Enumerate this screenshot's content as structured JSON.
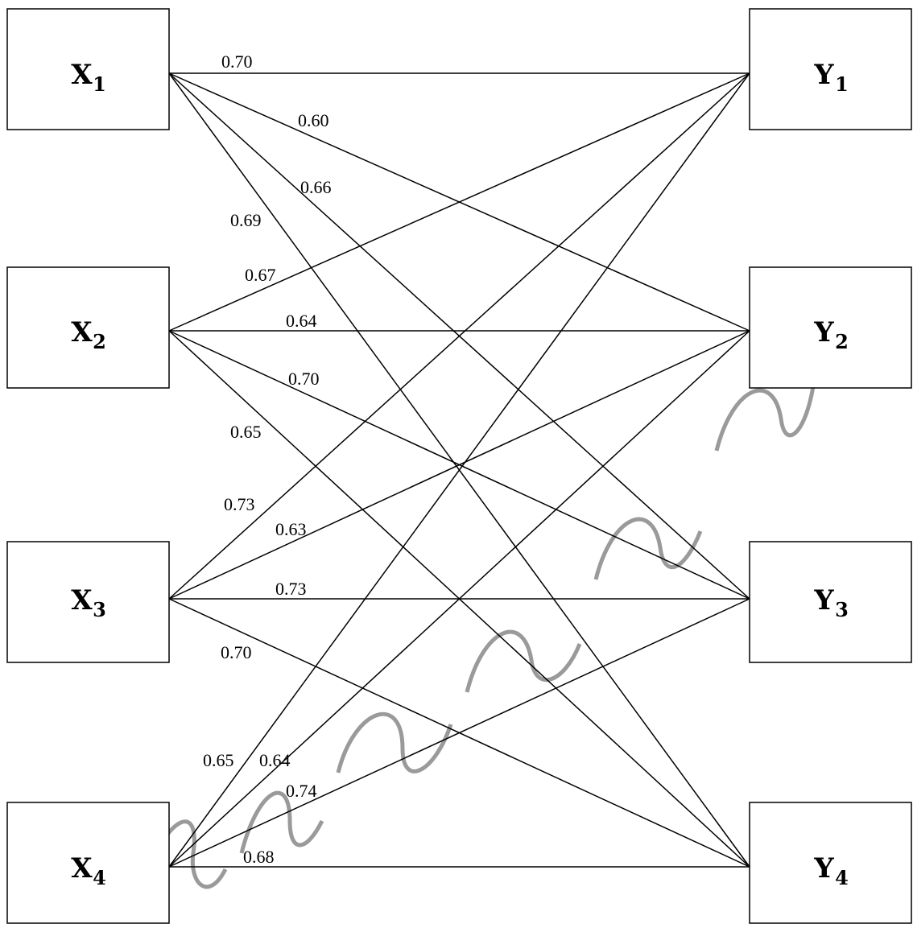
{
  "left_nodes": [
    {
      "id": "X1",
      "letter": "X",
      "sub": "1"
    },
    {
      "id": "X2",
      "letter": "X",
      "sub": "2"
    },
    {
      "id": "X3",
      "letter": "X",
      "sub": "3"
    },
    {
      "id": "X4",
      "letter": "X",
      "sub": "4"
    }
  ],
  "right_nodes": [
    {
      "id": "Y1",
      "letter": "Y",
      "sub": "1"
    },
    {
      "id": "Y2",
      "letter": "Y",
      "sub": "2"
    },
    {
      "id": "Y3",
      "letter": "Y",
      "sub": "3"
    },
    {
      "id": "Y4",
      "letter": "Y",
      "sub": "4"
    }
  ],
  "edges": [
    {
      "from": "X1",
      "to": "Y1",
      "weight": "0.70"
    },
    {
      "from": "X1",
      "to": "Y2",
      "weight": "0.60"
    },
    {
      "from": "X1",
      "to": "Y3",
      "weight": "0.66"
    },
    {
      "from": "X1",
      "to": "Y4",
      "weight": "0.69"
    },
    {
      "from": "X2",
      "to": "Y1",
      "weight": "0.67"
    },
    {
      "from": "X2",
      "to": "Y2",
      "weight": "0.64"
    },
    {
      "from": "X2",
      "to": "Y3",
      "weight": "0.70"
    },
    {
      "from": "X2",
      "to": "Y4",
      "weight": "0.65"
    },
    {
      "from": "X3",
      "to": "Y1",
      "weight": "0.73"
    },
    {
      "from": "X3",
      "to": "Y2",
      "weight": "0.63"
    },
    {
      "from": "X3",
      "to": "Y3",
      "weight": "0.73"
    },
    {
      "from": "X3",
      "to": "Y4",
      "weight": "0.70"
    },
    {
      "from": "X4",
      "to": "Y1",
      "weight": "0.65"
    },
    {
      "from": "X4",
      "to": "Y2",
      "weight": "0.64"
    },
    {
      "from": "X4",
      "to": "Y3",
      "weight": "0.74"
    },
    {
      "from": "X4",
      "to": "Y4",
      "weight": "0.68"
    }
  ],
  "watermark": {
    "text": "มหาวิทยาลัยราชภัฏธนบุรี",
    "color": "#9a9a9a"
  }
}
